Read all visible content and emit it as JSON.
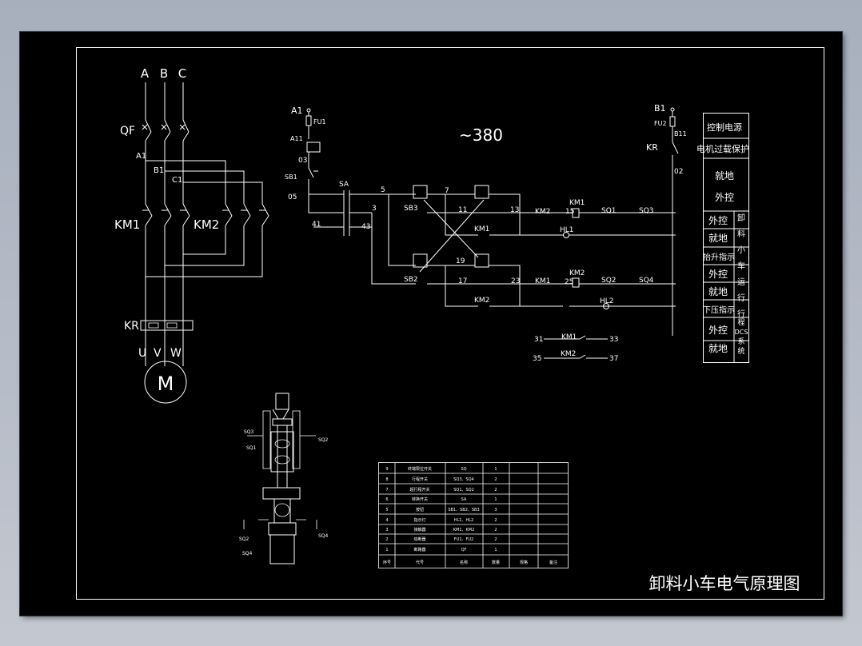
{
  "drawing": {
    "title": "卸料小车电气原理图",
    "voltage": "~380"
  },
  "power": {
    "phases": [
      "A",
      "B",
      "C"
    ],
    "qf": "QF",
    "taps": [
      "A1",
      "B1",
      "C1"
    ],
    "km1": "KM1",
    "km2": "KM2",
    "kr": "KR",
    "terminals": [
      "U",
      "V",
      "W"
    ],
    "motor": "M"
  },
  "control": {
    "a1": "A1",
    "fu1": "FU1",
    "a11": "A11",
    "n03": "03",
    "sb1": "SB1",
    "n05": "05",
    "n41": "41",
    "sa": "SA",
    "n5": "5",
    "n3": "3",
    "n43": "43",
    "sb3": "SB3",
    "sb2": "SB2",
    "n7": "7",
    "n11": "11",
    "n19": "19",
    "n17": "17",
    "n13": "13",
    "n23": "23",
    "km2_r1": "KM2",
    "n15": "15",
    "km1_coil": "KM1",
    "sq1": "SQ1",
    "sq3": "SQ3",
    "km1_r1b": "KM1",
    "hl1": "HL1",
    "km1_r2": "KM1",
    "n25": "25",
    "km2_coil": "KM2",
    "sq2": "SQ2",
    "sq4": "SQ4",
    "km2_r2b": "KM2",
    "hl2": "HL2",
    "b1": "B1",
    "fu2": "FU2",
    "b11": "B11",
    "kr": "KR",
    "n02": "02",
    "aux1_left": "31",
    "aux1_label": "KM1",
    "aux1_right": "33",
    "aux2_left": "35",
    "aux2_label": "KM2",
    "aux2_right": "37"
  },
  "legend_table": {
    "rows": [
      "控制电源",
      "电机过载保护",
      "就地",
      "外控",
      "外控",
      "就地",
      "抬升指示",
      "外控",
      "就地",
      "下压指示",
      "外控",
      "就地"
    ],
    "side": [
      "卸",
      "料",
      "小",
      "车",
      "运",
      "行",
      "行",
      "程",
      "DCS",
      "系",
      "统"
    ]
  },
  "parts_table": {
    "header": [
      "序号",
      "代号",
      "名称",
      "数量",
      "规格",
      "备注"
    ],
    "rows": [
      [
        "9",
        "终端限位开关",
        "SQ",
        "1"
      ],
      [
        "8",
        "行程开关",
        "SQ3、SQ4",
        "2"
      ],
      [
        "7",
        "超行程开关",
        "SQ1、SQ2",
        "2"
      ],
      [
        "6",
        "转换开关",
        "SA",
        "1"
      ],
      [
        "5",
        "按钮",
        "SB1、SB2、SB3",
        "3"
      ],
      [
        "4",
        "指示灯",
        "HL1、HL2",
        "2"
      ],
      [
        "3",
        "接触器",
        "KM1、KM2",
        "2"
      ],
      [
        "2",
        "熔断器",
        "FU1、FU2",
        "2"
      ],
      [
        "1",
        "断路器",
        "QF",
        "1"
      ]
    ]
  },
  "mechanical": {
    "left_labels": [
      "SQ3",
      "SQ1",
      "SQ2",
      "SQ4"
    ],
    "right_labels": [
      "SQ2",
      "SQ4"
    ]
  }
}
